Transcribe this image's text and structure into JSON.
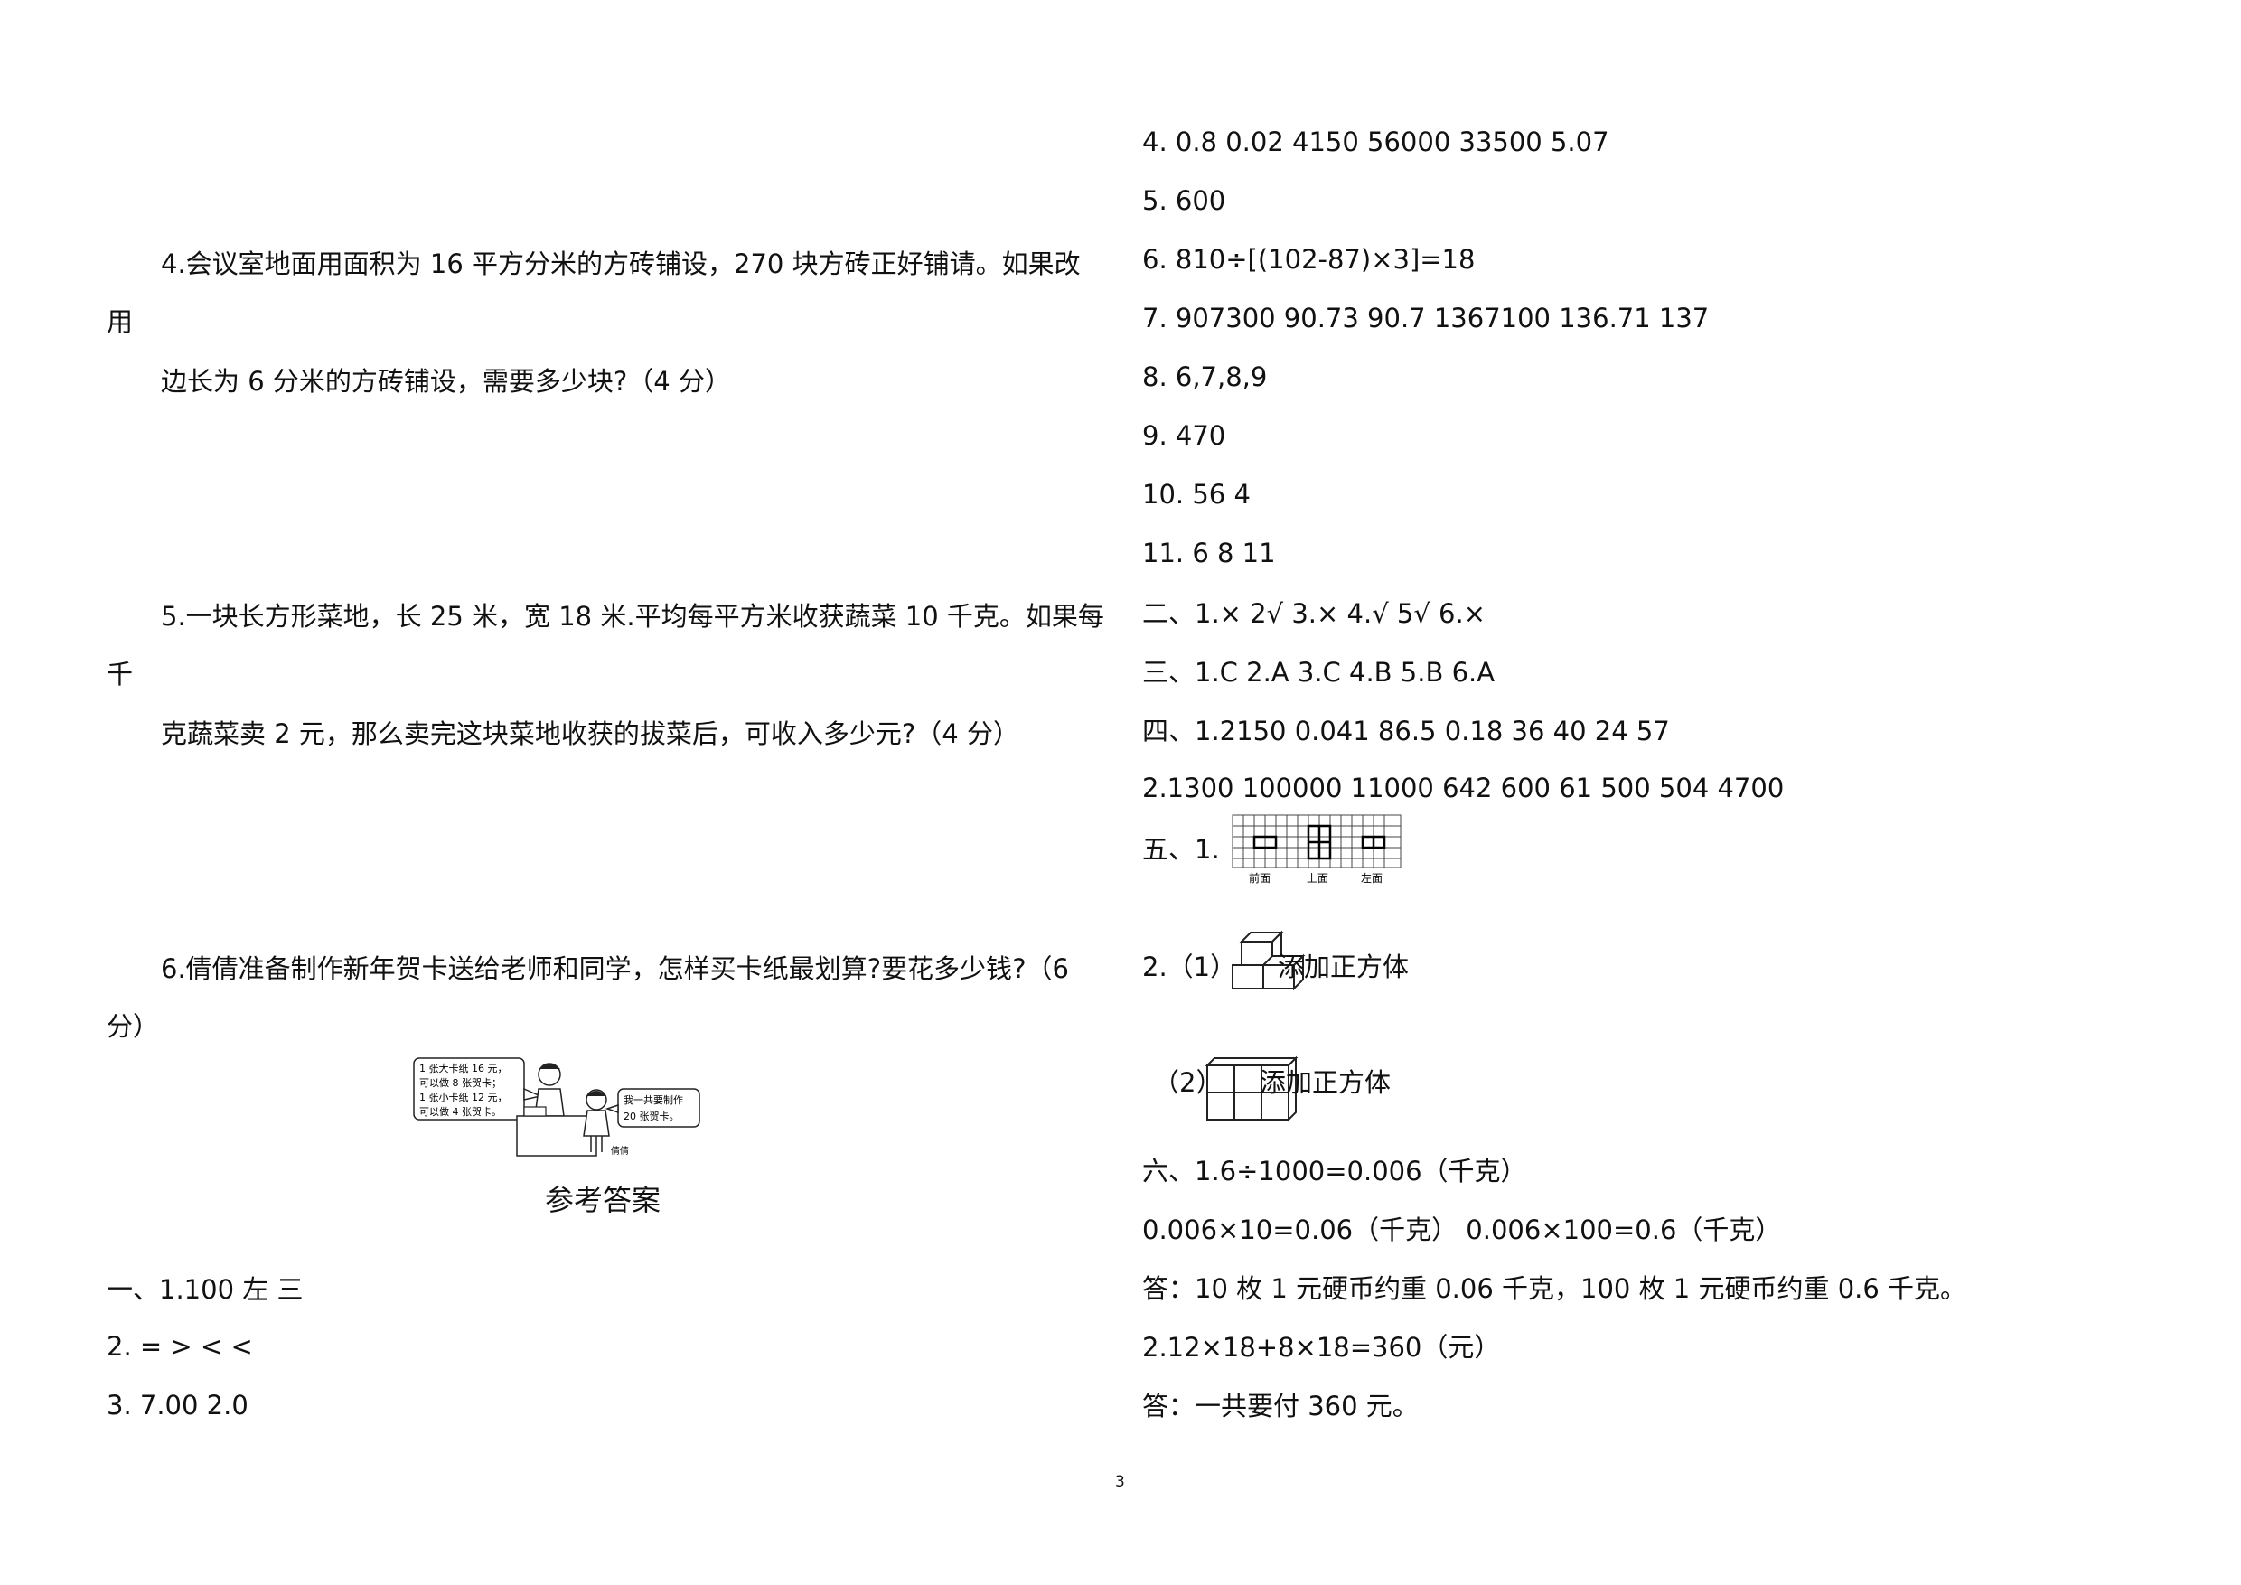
{
  "left": {
    "q4": {
      "line1": "4.会议室地面用面积为 16 平方分米的方砖铺设，270 块方砖正好铺请。如果改",
      "line2": "用",
      "line3": "边长为 6 分米的方砖铺设，需要多少块?（4 分）"
    },
    "q5": {
      "line1": "5.一块长方形菜地，长 25 米，宽 18 米.平均每平方米收获蔬菜 10 千克。如果每",
      "line2": "千",
      "line3": "克蔬菜卖 2 元，那么卖完这块菜地收获的拔菜后，可收入多少元?（4 分）"
    },
    "q6": {
      "line1": "6.倩倩准备制作新年贺卡送给老师和同学，怎样买卡纸最划算?要花多少钱?（6",
      "line2": "分）",
      "illustration": {
        "bubble1": [
          "1 张大卡纸 16 元，",
          "可以做 8 张贺卡；",
          "1 张小卡纸 12 元，",
          "可以做 4 张贺卡。"
        ],
        "bubble2": [
          "我一共要制作",
          "20 张贺卡。"
        ],
        "name": "倩倩"
      }
    },
    "answers_title": "参考答案",
    "a1": "一、1.100 左  三",
    "a2": "2. = > < <",
    "a3": "3. 7.00 2.0"
  },
  "right": {
    "r4": "4. 0.8 0.02 4150 56000 33500 5.07",
    "r5": "5. 600",
    "r6": "6. 810÷[(102-87)×3]=18",
    "r7": "7. 907300 90.73 90.7 1367100 136.71 137",
    "r8": "8. 6,7,8,9",
    "r9": "9. 470",
    "r10": "10. 56 4",
    "r11": "11. 6 8 11",
    "s2": "二、1.× 2√ 3.× 4.√  5√ 6.×",
    "s3": "三、1.C 2.A 3.C 4.B 5.B 6.A",
    "s4a": "四、1.2150 0.041 86.5 0.18 36 40 24 57",
    "s4b": "2.1300 100000 11000 642 600 61 500 504 4700",
    "s5_prefix": "五、1.",
    "s5_views": [
      "前面",
      "上面",
      "左面"
    ],
    "s5_2a_prefix": "2.（1）",
    "s5_2a_text": "添加正方体",
    "s5_2b_prefix": "（2）",
    "s5_2b_text": "添加正方体",
    "s6a": "六、1.6÷1000=0.006（千克）",
    "s6b": "0.006×10=0.06（千克） 0.006×100=0.6（千克）",
    "s6c": "答：10 枚 1 元硬币约重 0.06 千克，100 枚 1 元硬币约重 0.6 千克。",
    "s6d": "2.12×18+8×18=360（元）",
    "s6e": "答：一共要付 360 元。"
  },
  "page_number": "3"
}
